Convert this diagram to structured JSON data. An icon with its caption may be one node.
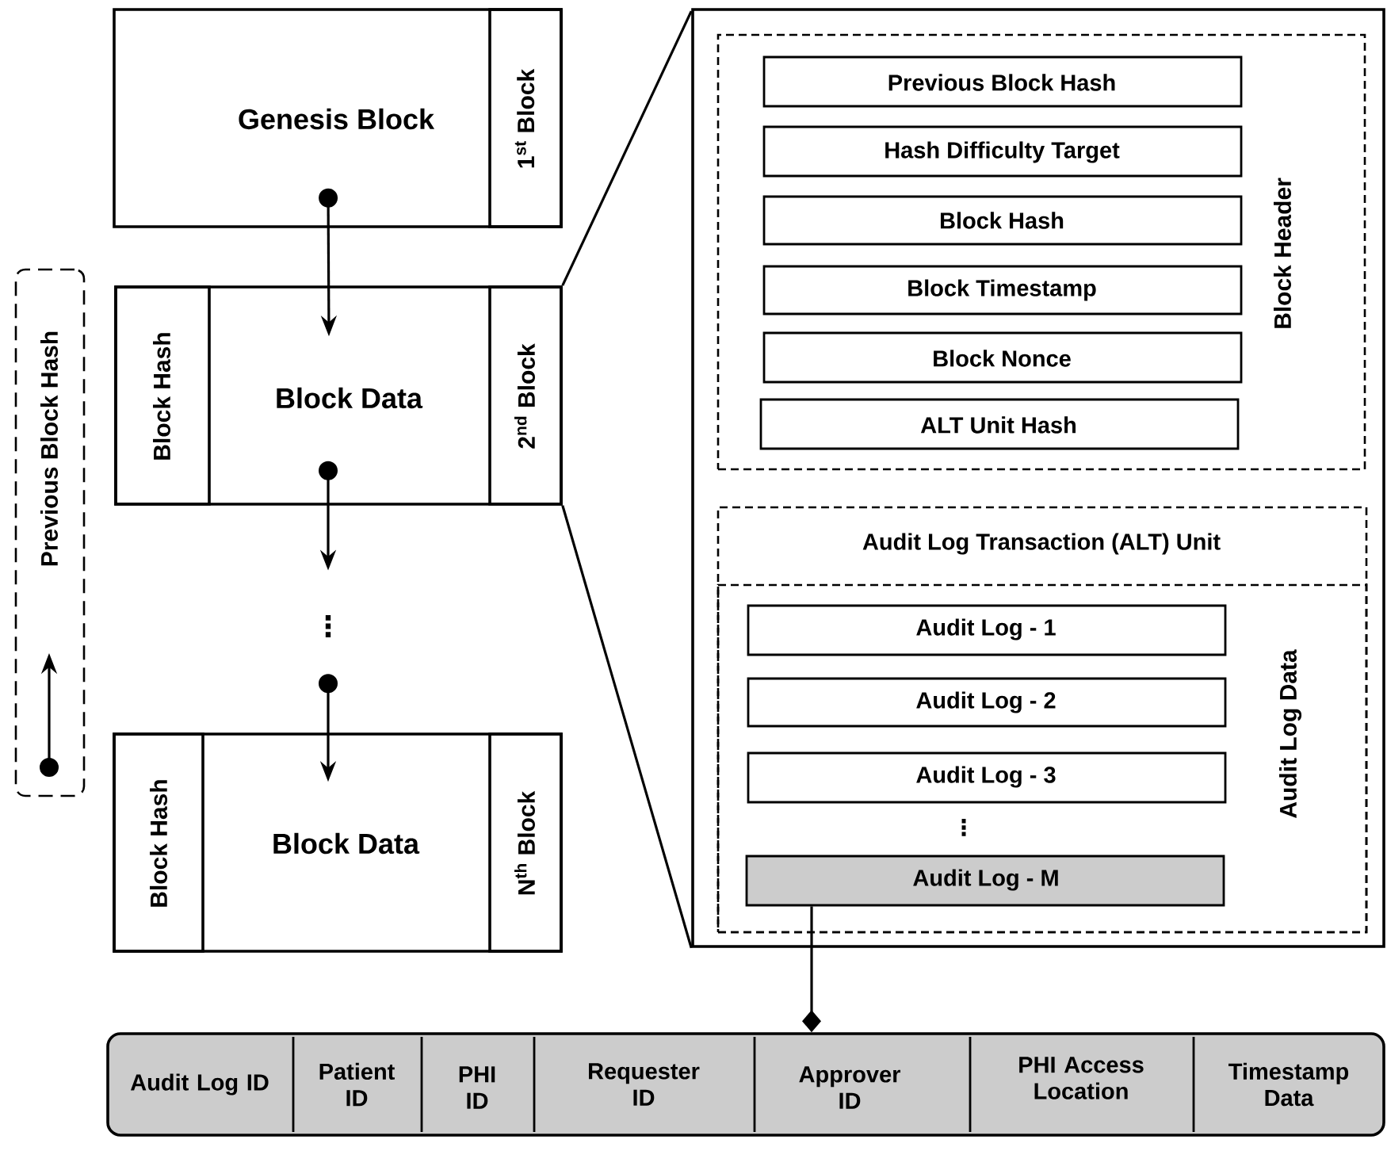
{
  "diagram": {
    "nodes": [
      {
        "text": [
          "Genesis Block"
        ]
      },
      {
        "text": [
          "1$^{st}$ Block"
        ],
        "in": 0
      },
      {
        "text": [
          "Block Data"
        ]
      },
      {
        "text": [
          "Block Hash"
        ],
        "in": 2
      },
      {
        "text": [
          "2$^{nd}$ Block"
        ],
        "in": 2
      },
      {
        "text": [
          "⋮"
        ]
      },
      {
        "text": [
          "Block Data"
        ]
      },
      {
        "text": [
          "Block Hash"
        ],
        "in": 6
      },
      {
        "text": [
          "N$^{th}$ Block"
        ],
        "in": 6
      },
      {
        "text": [
          "Previous Block Hash"
        ]
      },
      {
        "text": [],
        "shape": "box"
      },
      {
        "text": [
          "Block Header"
        ],
        "in": 10
      },
      {
        "text": [
          "Previous Block Hash"
        ],
        "in": 11
      },
      {
        "text": [
          "Hash Difficulty Target"
        ],
        "in": 11
      },
      {
        "text": [
          "Block Hash"
        ],
        "in": 11
      },
      {
        "text": [
          "Block Timestamp"
        ],
        "in": 11
      },
      {
        "text": [
          "Block Nonce"
        ],
        "in": 11
      },
      {
        "text": [
          "ALT Unit Hash"
        ],
        "in": 11
      },
      {
        "text": [
          "Audit Log Transaction (ALT) Unit"
        ],
        "in": 10
      },
      {
        "text": [
          "Audit Log Data"
        ],
        "in": 18
      },
      {
        "text": [
          "Audit Log - 1"
        ],
        "in": 19
      },
      {
        "text": [
          "Audit Log - 2"
        ],
        "in": 19
      },
      {
        "text": [
          "Audit Log - 3"
        ],
        "in": 19
      },
      {
        "text": [
          "Audit Log - M"
        ],
        "in": 19
      },
      {
        "text": [],
        "shape": "box"
      },
      {
        "text": [
          "Audit Log ID"
        ],
        "in": 24
      },
      {
        "text": [
          "Patient ID"
        ],
        "in": 24
      },
      {
        "text": [
          "PHI ID"
        ],
        "in": 24
      },
      {
        "text": [
          "Requester ID"
        ],
        "in": 24
      },
      {
        "text": [
          "Approver ID"
        ],
        "in": 24
      },
      {
        "text": [
          "PHI Access Location"
        ],
        "in": 24
      },
      {
        "text": [
          "Timestamp Data"
        ],
        "in": 24
      }
    ],
    "edges": [
      {
        "from": 0,
        "to": 2,
        "arrow": "to"
      },
      {
        "from": 2,
        "to": 5,
        "arrow": "to"
      },
      {
        "from": 5,
        "to": 6,
        "arrow": "to"
      },
      {
        "from": 2,
        "to": 10,
        "arrow": "none"
      },
      {
        "from": 2,
        "to": 10,
        "arrow": "none"
      },
      {
        "from": 23,
        "to": 24,
        "arrow": "other"
      }
    ],
    "labels": [
      "⋮"
    ]
  }
}
